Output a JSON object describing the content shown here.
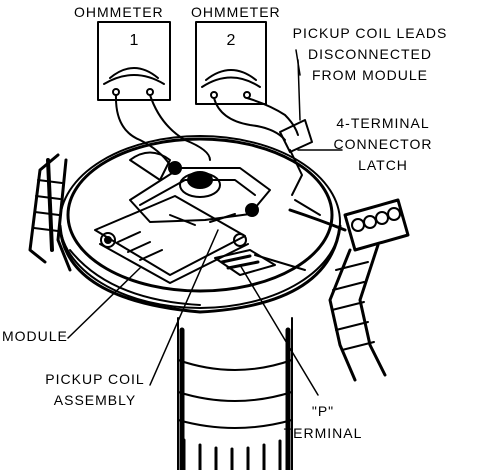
{
  "labels": {
    "ohmmeter_1": "OHMMETER",
    "ohmmeter_2": "OHMMETER",
    "meter_1_number": "1",
    "meter_2_number": "2",
    "pickup_leads_line1": "PICKUP COIL LEADS",
    "pickup_leads_line2": "DISCONNECTED",
    "pickup_leads_line3": "FROM MODULE",
    "connector_line1": "4-TERMINAL",
    "connector_line2": "CONNECTOR",
    "connector_line3": "LATCH",
    "module": "MODULE",
    "pickup_assembly_line1": "PICKUP COIL",
    "pickup_assembly_line2": "ASSEMBLY",
    "p_terminal_line1": "\"P\"",
    "p_terminal_line2": "TERMINAL"
  },
  "colors": {
    "ink": "#000000",
    "paper": "#ffffff"
  }
}
